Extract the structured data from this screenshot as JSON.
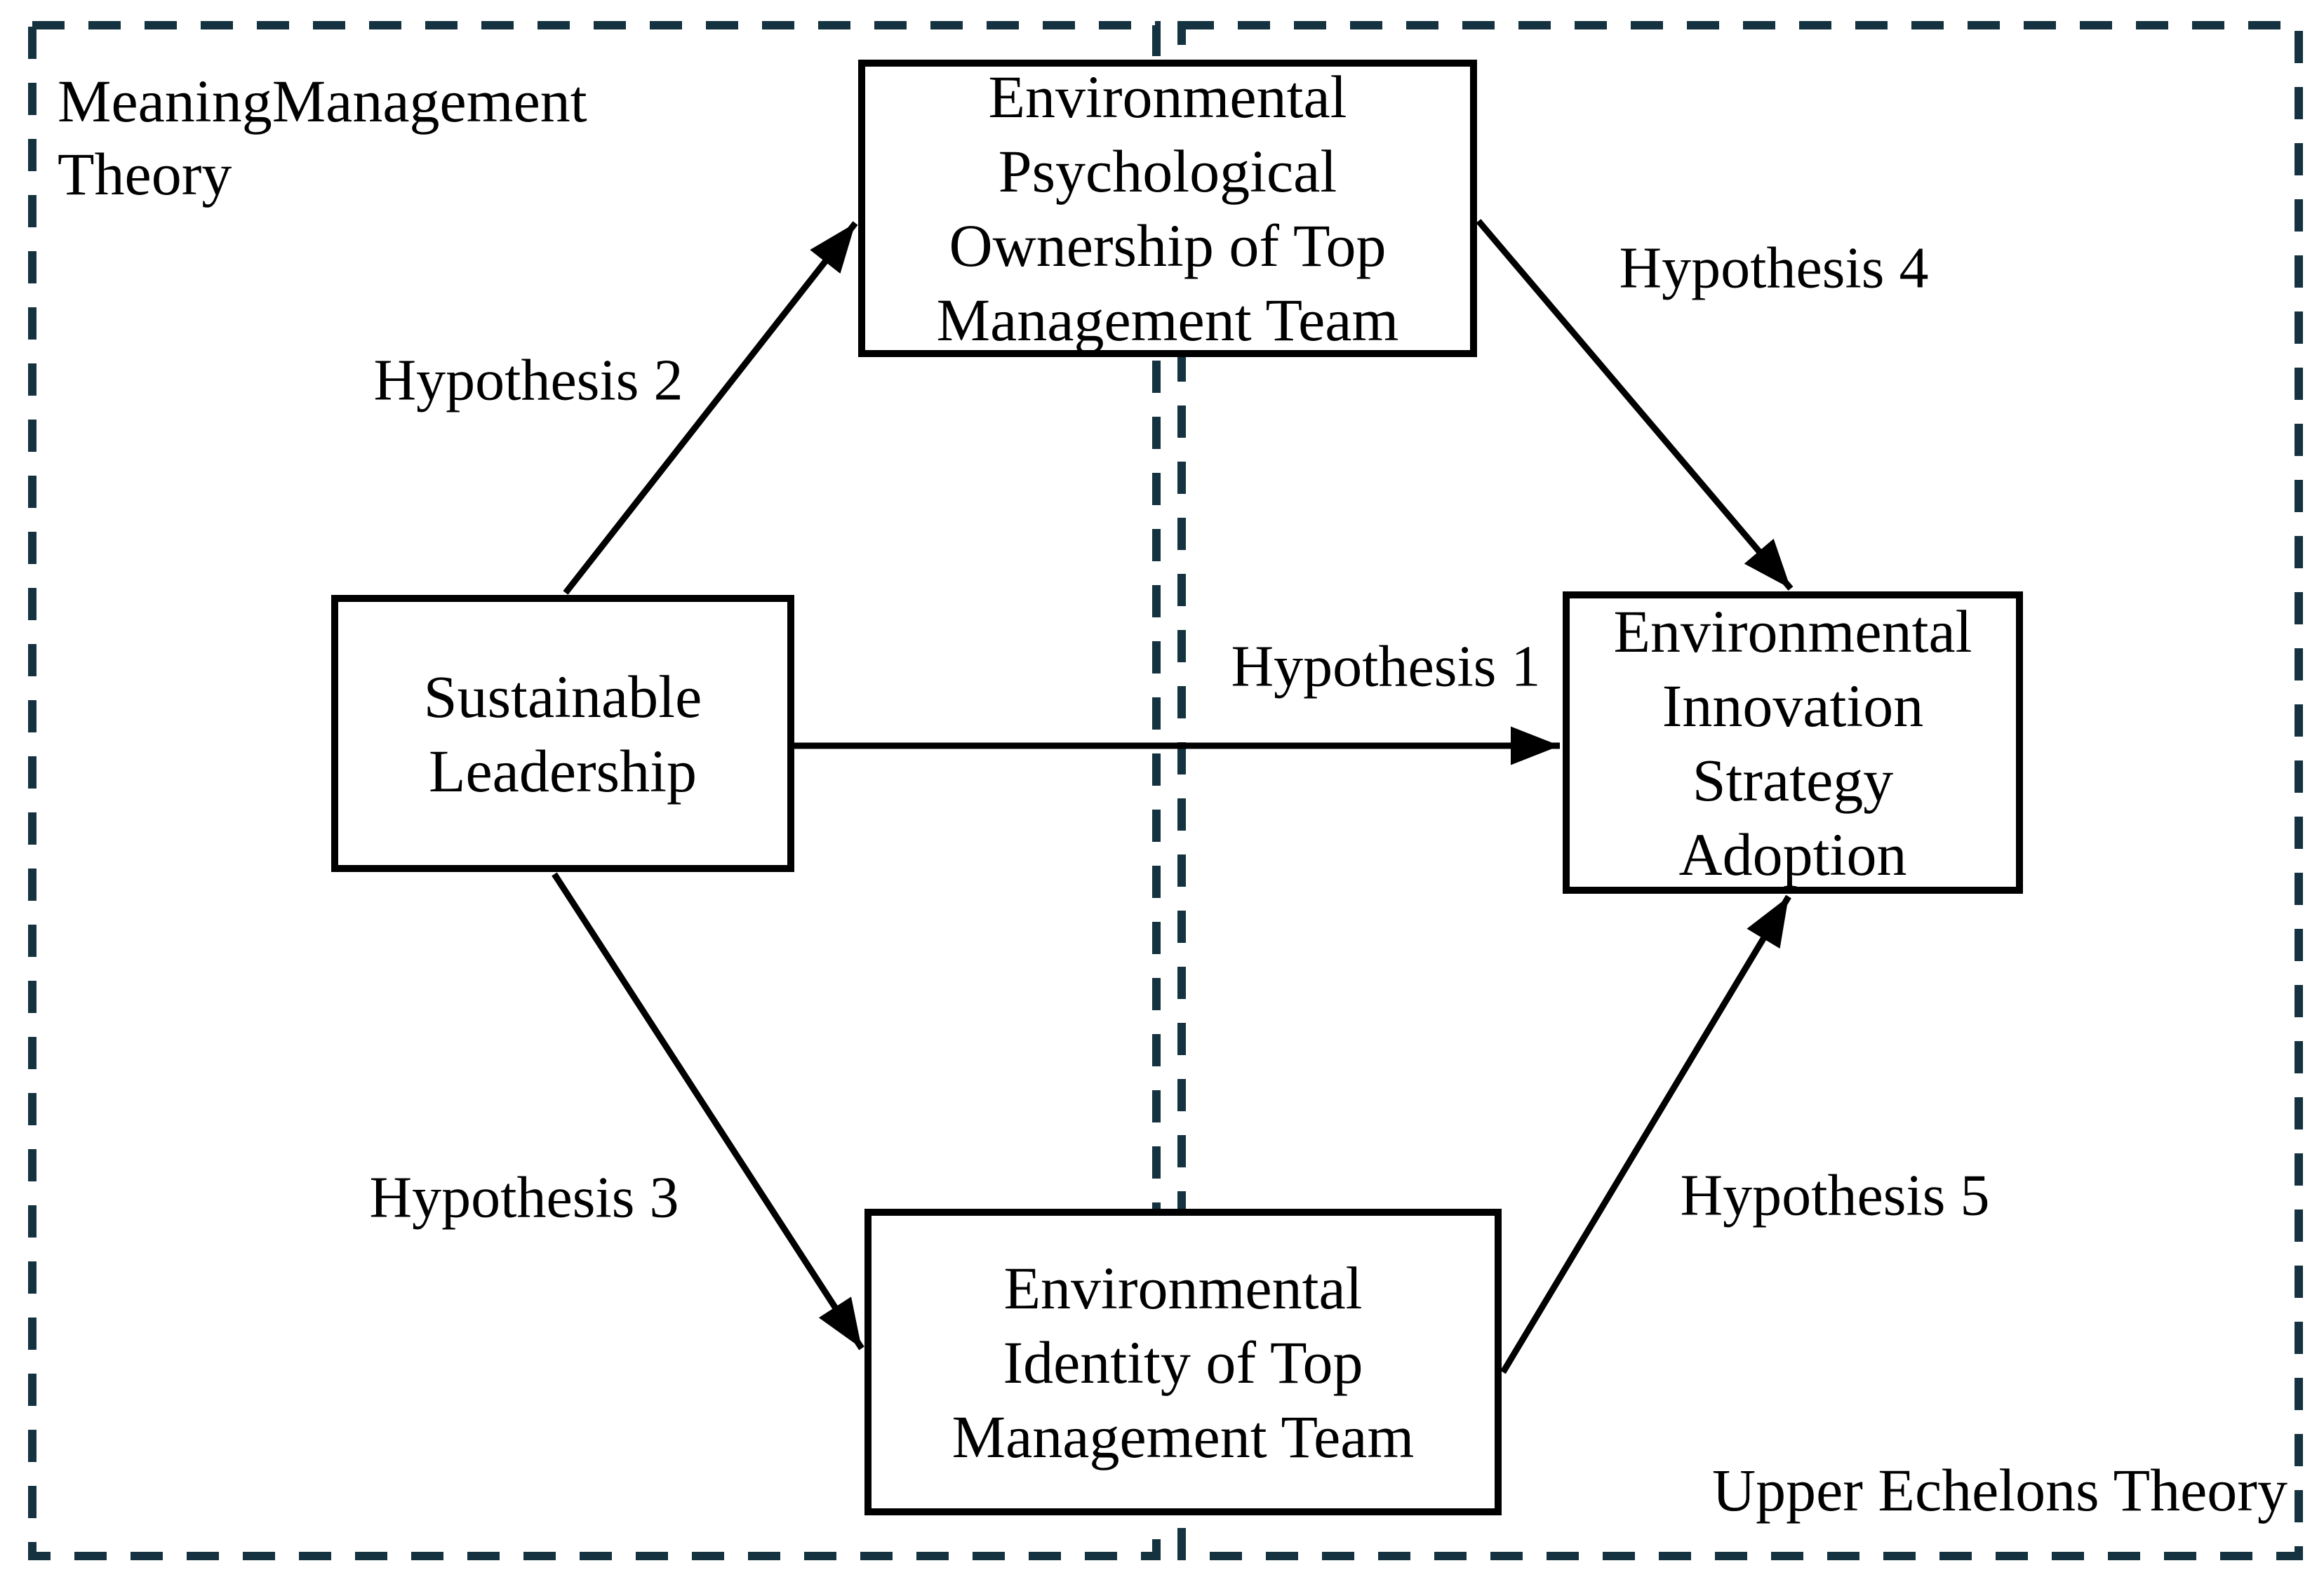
{
  "figure": {
    "background_color": "#ffffff",
    "dashed_border_color": "#14323f",
    "box_border_color": "#000000",
    "text_color": "#000000",
    "left_region": {
      "label_word1": "Meaning",
      "label_word2": "Management",
      "label_line2": "Theory"
    },
    "right_region": {
      "label": "Upper Echelons Theory"
    },
    "nodes": {
      "sustainable_leadership": {
        "lines": [
          "Sustainable",
          "Leadership"
        ]
      },
      "env_psych_ownership": {
        "lines": [
          "Environmental",
          "Psychological",
          "Ownership of Top",
          "Management Team"
        ]
      },
      "env_innovation_strategy": {
        "lines": [
          "Environmental",
          "Innovation",
          "Strategy",
          "Adoption"
        ]
      },
      "env_identity": {
        "lines": [
          "Environmental",
          "Identity of Top",
          "Management Team"
        ]
      }
    },
    "edges": {
      "h1": {
        "label": "Hypothesis 1",
        "from": "Sustainable Leadership",
        "to": "Environmental Innovation Strategy Adoption"
      },
      "h2": {
        "label": "Hypothesis 2",
        "from": "Sustainable Leadership",
        "to": "Environmental Psychological Ownership of Top Management Team"
      },
      "h3": {
        "label": "Hypothesis 3",
        "from": "Sustainable Leadership",
        "to": "Environmental Identity of Top Management Team"
      },
      "h4": {
        "label": "Hypothesis 4",
        "from": "Environmental Psychological Ownership of Top Management Team",
        "to": "Environmental Innovation Strategy Adoption"
      },
      "h5": {
        "label": "Hypothesis 5",
        "from": "Environmental Identity of Top Management Team",
        "to": "Environmental Innovation Strategy Adoption"
      }
    }
  }
}
